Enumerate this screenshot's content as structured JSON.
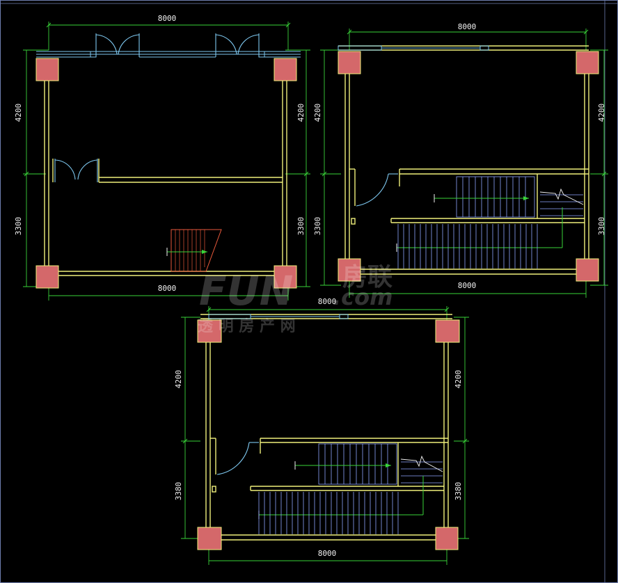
{
  "plans": [
    {
      "name": "plan-top-left",
      "dims": {
        "top": "8000",
        "bottom": "8000",
        "left_upper": "4200",
        "left_lower": "3300",
        "right_upper": "4200",
        "right_lower": "3300"
      }
    },
    {
      "name": "plan-top-right",
      "dims": {
        "top": "8000",
        "bottom": "8000",
        "left_upper": "4200",
        "left_lower": "3300",
        "right_upper": "4200",
        "right_lower": "3300"
      }
    },
    {
      "name": "plan-bottom",
      "dims": {
        "top": "8000",
        "bottom": "8000",
        "left_upper": "4200",
        "left_lower": "3380",
        "right_upper": "4200",
        "right_lower": "3380"
      }
    }
  ],
  "watermark": {
    "logo": "FUN",
    "brand_cn": "房联",
    "domain": ".com",
    "slogan": "透 明 房 产 网"
  },
  "colors": {
    "background": "#000000",
    "wall": "#f0f07a",
    "column": "#d4686a",
    "dimension": "#39d339",
    "door": "#7ec8f0",
    "stairs": "#8fa5ff",
    "frame": "#6f7fb0"
  }
}
